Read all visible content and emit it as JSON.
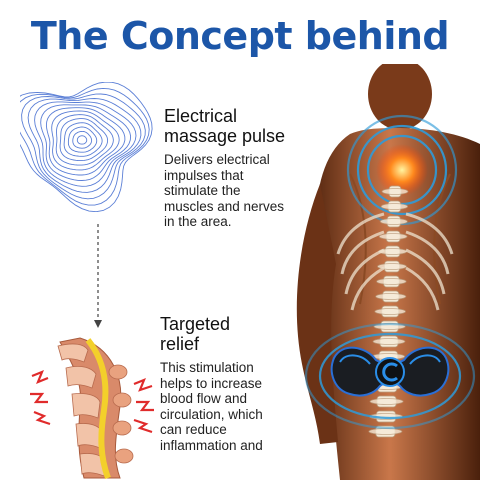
{
  "title": "The Concept behind",
  "section1": {
    "heading_lines": [
      "Electrical",
      "massage pulse"
    ],
    "body_lines": [
      "Delivers electrical",
      "impulses that",
      "stimulate the",
      "muscles and nerves",
      "in the area."
    ]
  },
  "section2": {
    "heading_lines": [
      "Targeted",
      "relief"
    ],
    "body_lines": [
      "This stimulation",
      "helps to increase",
      "blood flow and",
      "circulation, which",
      "can reduce",
      "inflammation and"
    ]
  },
  "colors": {
    "title": "#1c56a8",
    "wave": "#5b7fd6",
    "glow": "#2f9bd9",
    "pain": "#e02b2b",
    "skin": "#c9774a"
  },
  "icons": {
    "wave": "pulse-wave-icon",
    "spine": "spine-pain-icon",
    "device": "massager-device-icon"
  }
}
